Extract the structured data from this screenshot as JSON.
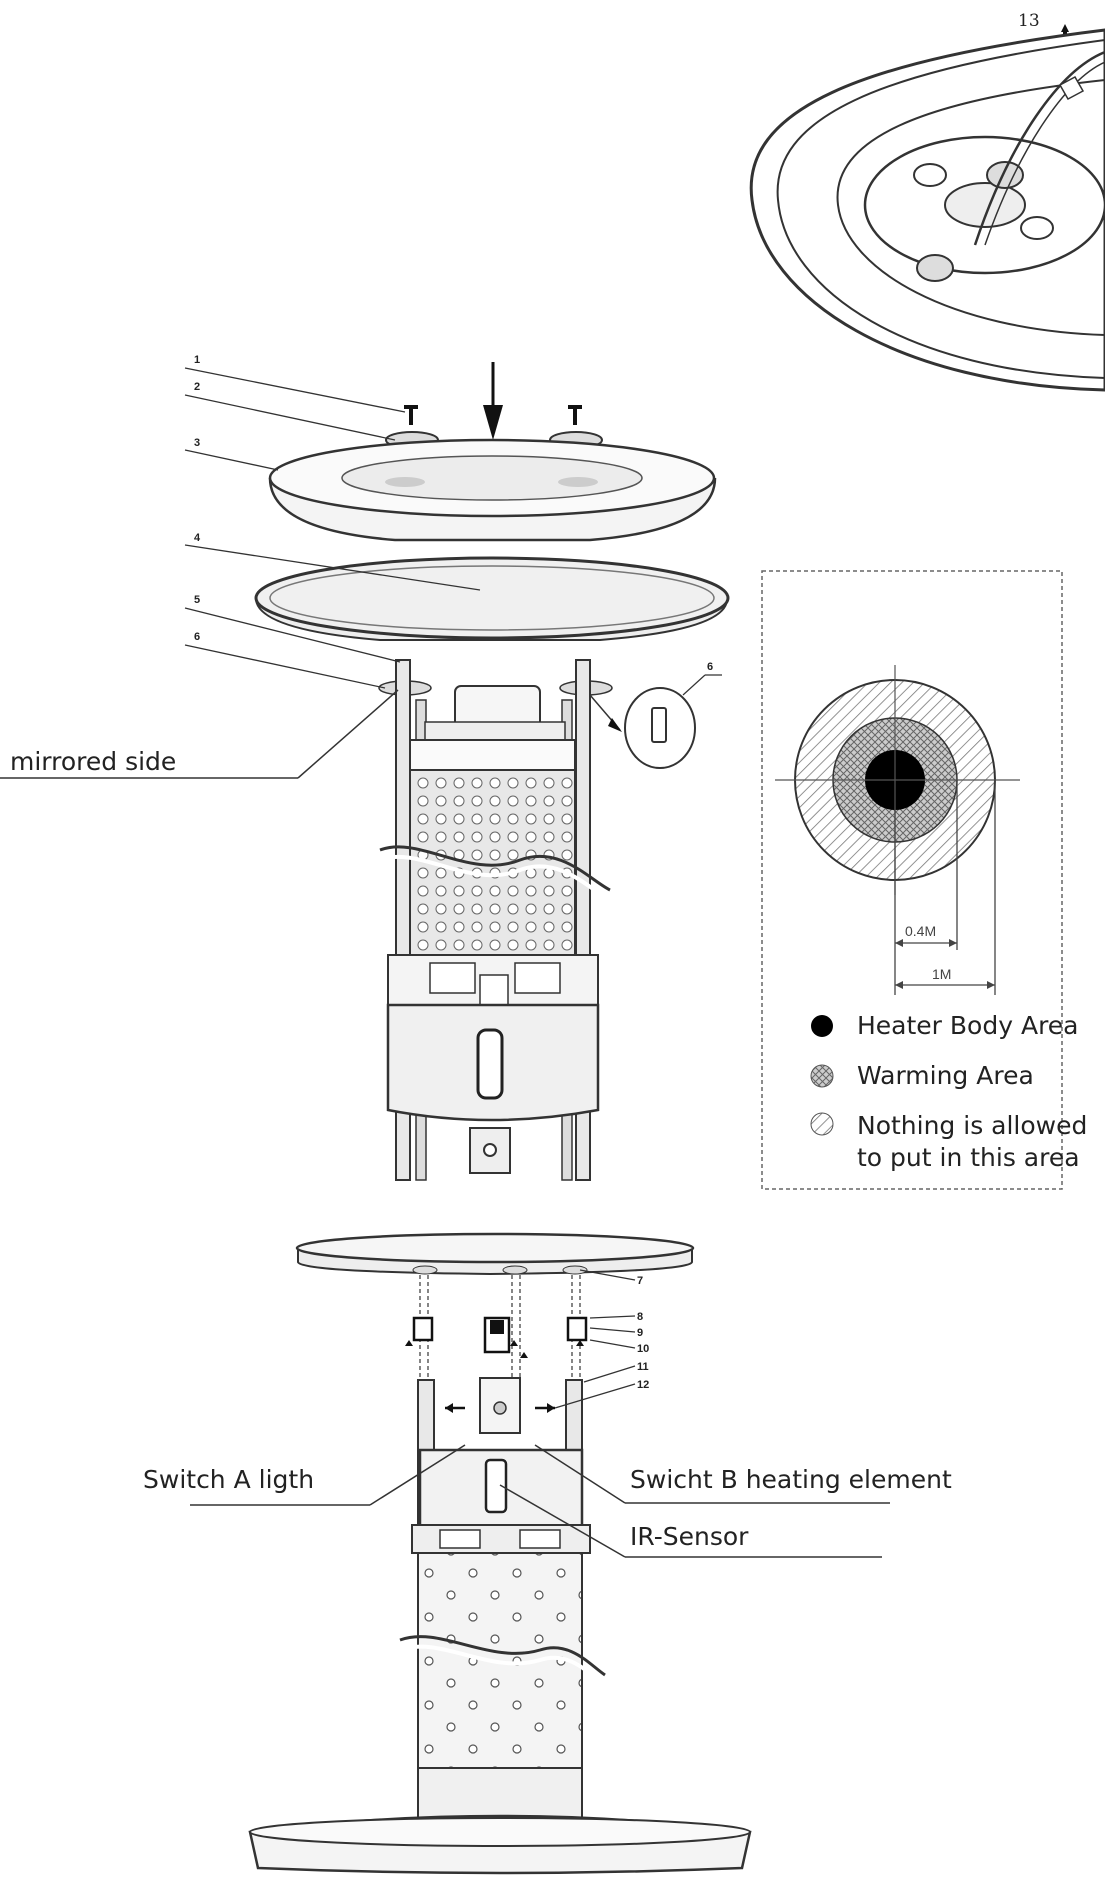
{
  "page_number": "13",
  "part_numbers": [
    "1",
    "2",
    "3",
    "4",
    "5",
    "6",
    "7",
    "8",
    "9",
    "10",
    "11",
    "12"
  ],
  "detail_label": "6",
  "callouts": {
    "mirrored_side": "mirrored side",
    "switch_a": "Switch A ligth",
    "switch_b": "Swicht B heating element",
    "ir_sensor": "IR-Sensor"
  },
  "zone_diagram": {
    "dim_inner": "0.4M",
    "dim_outer": "1M"
  },
  "legend": {
    "heater_body": "Heater Body Area",
    "warming": "Warming Area",
    "nothing_line1": "Nothing is allowed",
    "nothing_line2": "to put in this area"
  }
}
